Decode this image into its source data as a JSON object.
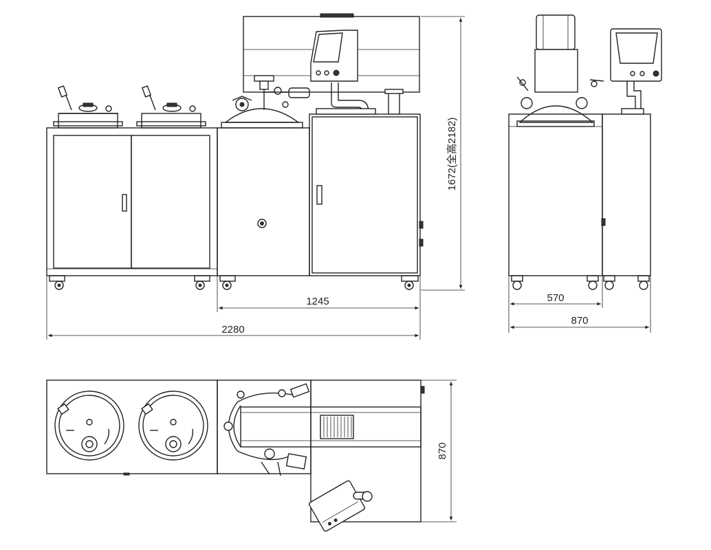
{
  "dimensions": {
    "front_total_width": "2280",
    "front_right_width": "1245",
    "front_height": "1672(全高2182)",
    "side_depth_unit": "570",
    "side_total_depth": "870",
    "top_depth": "870"
  }
}
